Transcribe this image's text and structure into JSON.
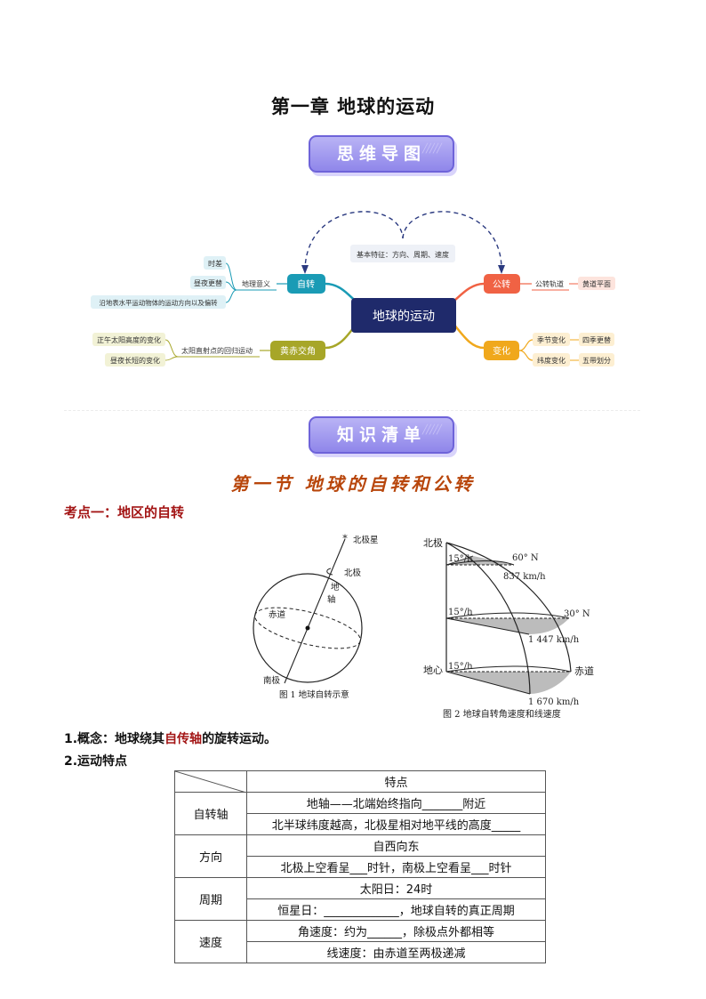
{
  "page_title": "第一章  地球的运动",
  "banner_mindmap": "思维导图",
  "banner_knowledge": "知识清单",
  "mindmap": {
    "center": "地球的运动",
    "top_note": "基本特征：方向、周期、速度",
    "rotation": "自转",
    "rotation_meaning": "地理意义",
    "rotation_leaves": [
      "时差",
      "昼夜更替",
      "沿地表水平运动物体的运动方向以及偏转"
    ],
    "revolution": "公转",
    "revolution_orbit": "公转轨道",
    "revolution_plane": "黄道平面",
    "obliquity": "黄赤交角",
    "obliquity_mid": "太阳直射点的回归运动",
    "obliquity_leaves": [
      "正午太阳高度的变化",
      "昼夜长短的变化"
    ],
    "change": "变化",
    "change_items": [
      {
        "a": "季节变化",
        "b": "四季更替"
      },
      {
        "a": "纬度变化",
        "b": "五带划分"
      }
    ],
    "colors": {
      "rotation": "#1a9bb5",
      "revolution": "#f06244",
      "obliquity": "#a7a628",
      "change": "#f0a81c",
      "center": "#1f2a6b"
    }
  },
  "section_title": "第一节  地球的自转和公转",
  "point_title": "考点一：地区的自转",
  "fig1": {
    "north_star": "北极星",
    "north_pole": "北极",
    "axis_1": "地",
    "axis_2": "轴",
    "equator": "赤道",
    "south_pole": "南极",
    "caption": "图 1 地球自转示意"
  },
  "fig2": {
    "north_pole": "北极",
    "center": "地心",
    "equator": "赤道",
    "ang1": "15°/h",
    "ang2": "15°/h",
    "ang3": "15°/h",
    "lat60": "60° N",
    "lat30": "30° N",
    "v60": "837 km/h",
    "v30": "1 447 km/h",
    "v0": "1 670 km/h",
    "caption": "图 2 地球自转角速度和线速度"
  },
  "concept": {
    "prefix": "1.概念：地球绕其",
    "highlight": "自传轴",
    "suffix": "的旋转运动。"
  },
  "features_heading": "2.运动特点",
  "table": {
    "header": "特点",
    "rows": [
      {
        "cat": "自转轴",
        "items": [
          "地轴——北端始终指向_______附近",
          "北半球纬度越高，北极星相对地平线的高度_____"
        ]
      },
      {
        "cat": "方向",
        "items": [
          "自西向东",
          "北极上空看呈___时针，南极上空看呈___时针"
        ]
      },
      {
        "cat": "周期",
        "items": [
          "太阳日：24时",
          "恒星日：_____________，地球自转的真正周期"
        ]
      },
      {
        "cat": "速度",
        "items": [
          "角速度：约为______，除极点外都相等",
          "线速度：由赤道至两极递减"
        ]
      }
    ]
  }
}
